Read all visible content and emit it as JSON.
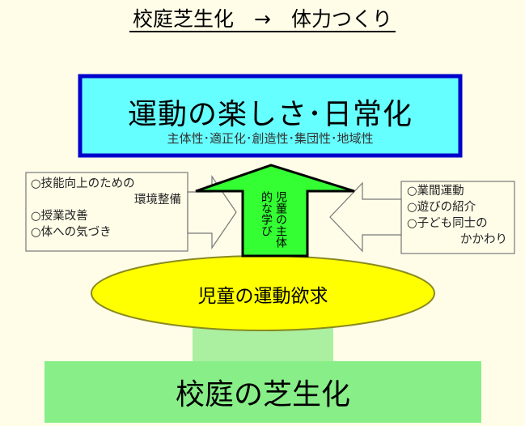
{
  "title": "校庭芝生化　→　体力つくり",
  "top_box": {
    "main": "運動の楽しさ･日常化",
    "sub": "主体性･適正化･創造性･集団性･地域性"
  },
  "left_box": {
    "items": [
      "○技能向上のための",
      "環境整備",
      "○授業改善",
      "○体への気づき"
    ]
  },
  "right_box": {
    "items": [
      "○業間運動",
      "○遊びの紹介",
      "○子ども同士の",
      "かかわり"
    ]
  },
  "center_arrow": {
    "text": "児童の主体的な学び"
  },
  "ellipse": {
    "text": "児童の運動欲求"
  },
  "bottom_box": {
    "text": "校庭の芝生化"
  },
  "colors": {
    "background": "#fffde8",
    "top_box": "#66ffff",
    "top_border": "#0000cc",
    "center_arrow": "#33ff33",
    "ellipse": "#ffff00",
    "bottom": "#88ee88"
  }
}
